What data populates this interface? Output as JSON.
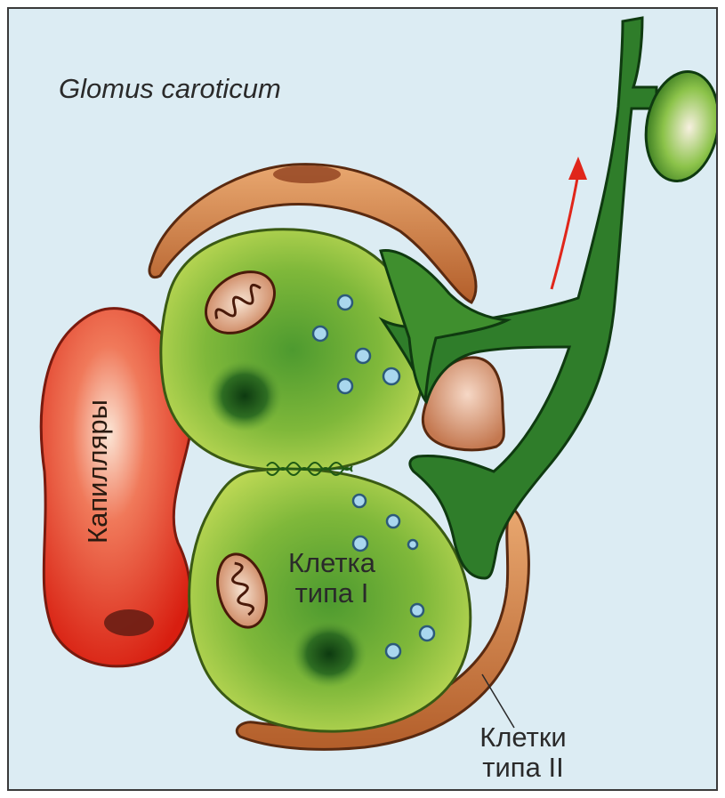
{
  "title": "Glomus caroticum",
  "labels": {
    "type_1_cell_line1": "Клетка",
    "type_1_cell_line2": "типа I",
    "type_2_cells_line1": "Клетки",
    "type_2_cells_line2": "типа II",
    "capillaries": "Капилляры"
  },
  "colors": {
    "background": "#dcecf3",
    "type_1_cell": "#9cc73a",
    "type_2_cell": "#c8733a",
    "nerve_fiber": "#2f7d2a",
    "capillary": "#e23a1e",
    "vesicle": "#a9d7ee",
    "arrow": "#e0261a"
  }
}
